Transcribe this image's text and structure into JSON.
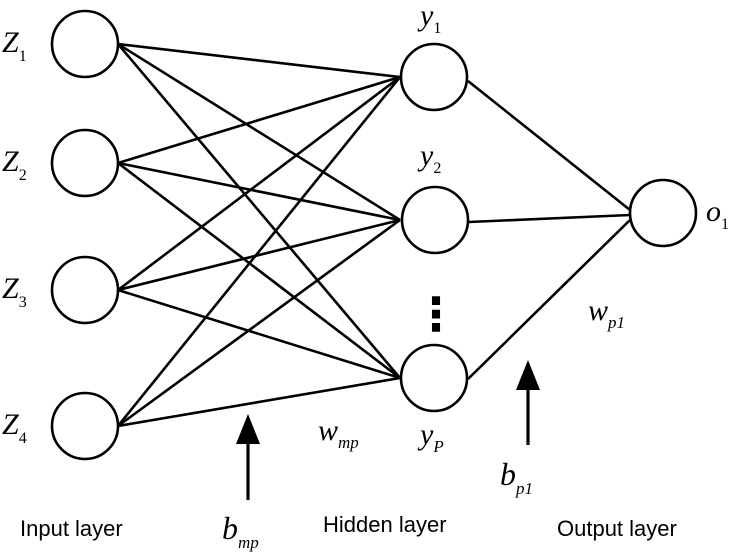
{
  "diagram": {
    "inputs": [
      {
        "main": "Z",
        "sub": "1"
      },
      {
        "main": "Z",
        "sub": "2"
      },
      {
        "main": "Z",
        "sub": "3"
      },
      {
        "main": "Z",
        "sub": "4"
      }
    ],
    "hidden": [
      {
        "main": "y",
        "sub": "1"
      },
      {
        "main": "y",
        "sub": "2"
      },
      {
        "main": "y",
        "sub": "P"
      }
    ],
    "ellipsis": "⋮",
    "output": {
      "main": "o",
      "sub": "1"
    },
    "weights_input_hidden": {
      "main": "w",
      "sub": "mp"
    },
    "weights_hidden_output": {
      "main": "w",
      "sub": "p1"
    },
    "bias_hidden": {
      "main": "b",
      "sub": "mp"
    },
    "bias_output": {
      "main": "b",
      "sub": "p1"
    },
    "layer_labels": {
      "input": "Input layer",
      "hidden": "Hidden layer",
      "output": "Output layer"
    }
  }
}
